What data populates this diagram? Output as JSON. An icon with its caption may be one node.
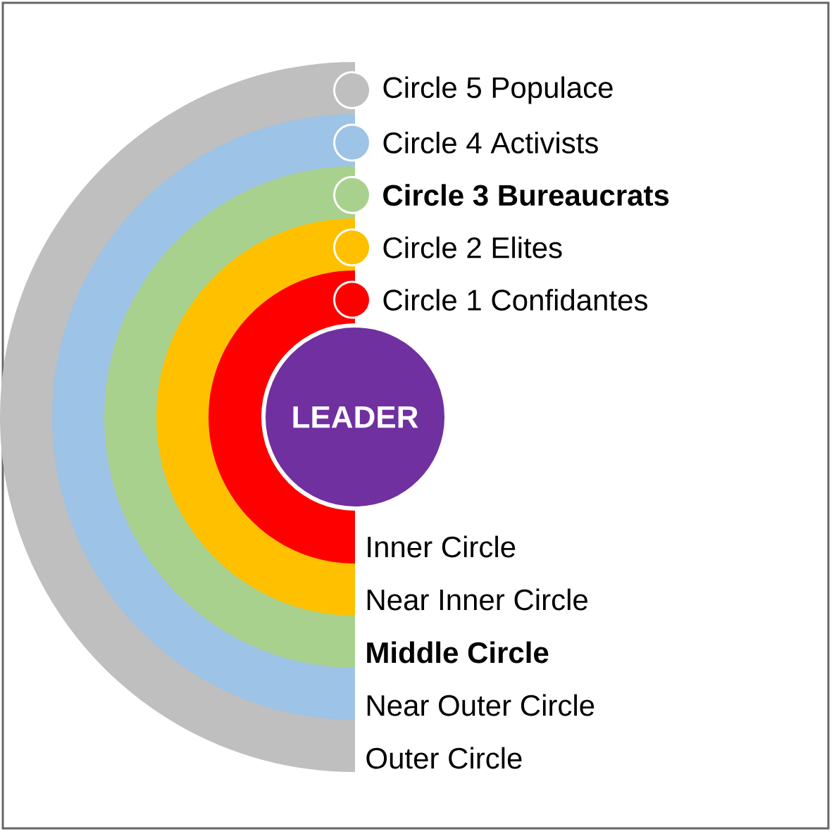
{
  "diagram": {
    "nodes": [
      {
        "text": [
          "LEADER"
        ]
      }
    ],
    "edges": [],
    "labels": [
      "Inner Circle",
      "Near Inner Circle",
      "Middle Circle",
      "Near Outer Circle",
      "Outer Circle"
    ],
    "legend": [
      {
        "text": "Circle 5 Populace",
        "color": "#bfbfbf"
      },
      {
        "text": "Circle 4 Activists",
        "color": "#9dc3e6"
      },
      {
        "text": "Circle 3 Bureaucrats",
        "color": "#a9d18e"
      },
      {
        "text": "Circle 2 Elites",
        "color": "#ffc000"
      },
      {
        "text": "Circle 1 Confidantes",
        "color": "#ff0000"
      }
    ]
  }
}
